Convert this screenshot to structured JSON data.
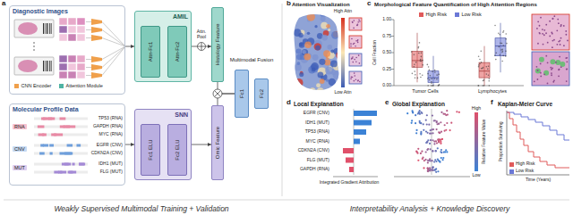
{
  "diagram": {
    "nodes": [
      {
        "text": [
          "Diagnostic Images"
        ]
      },
      {
        "text": [
          "AMIL"
        ]
      },
      {
        "text": [
          "Attn-Fc1"
        ],
        "in": 1
      },
      {
        "text": [
          "Attn-Fc2"
        ],
        "in": 1
      },
      {
        "text": [
          "Histology Feature"
        ]
      },
      {
        "text": [
          "Molecular Profile Data"
        ]
      },
      {
        "text": [
          "SNN"
        ]
      },
      {
        "text": [
          "Fc1 ELU"
        ],
        "in": 6
      },
      {
        "text": [
          "Fc2 ELU"
        ],
        "in": 6
      },
      {
        "text": [
          "Omic Feature"
        ]
      },
      {
        "text": [
          "Fc1"
        ]
      },
      {
        "text": [
          "Fc2"
        ]
      }
    ],
    "edges": [
      {
        "from": 0,
        "to": 1,
        "arrow": "to"
      },
      {
        "from": 2,
        "to": 3,
        "arrow": "to"
      },
      {
        "from": 1,
        "to": 4,
        "arrow": "to"
      },
      {
        "from": 5,
        "to": 6,
        "arrow": "to"
      },
      {
        "from": 7,
        "to": 8,
        "arrow": "to"
      },
      {
        "from": 6,
        "to": 9,
        "arrow": "to"
      },
      {
        "from": 4,
        "to": 10,
        "arrow": "none"
      },
      {
        "from": 9,
        "to": 10,
        "arrow": "none"
      }
    ],
    "labels": [
      "a",
      "Attn. Pool",
      "RNA",
      "CNV",
      "MUT",
      "TP53 (RNA)",
      "GAPDH (RNA)",
      "MYC (RNA)",
      "EGFR (CNV)",
      "CDKN2A (CNV)",
      "IDH1 (MUT)",
      "FLG (MUT)",
      "Multimodal Fusion",
      "Weakly Supervised Multimodal Training + Validation",
      "b",
      "Attention Visualization",
      "High Attn",
      "Low Attn",
      "c",
      "Morphological Feature Quantification of High Attention Regions",
      "Cell Fraction",
      "0.00",
      "0.25",
      "0.50",
      "0.75",
      "1.00",
      "Tumor Cells",
      "Lymphocytes",
      "d",
      "Local Explanation",
      "EGFR (CNV)",
      "IDH1 (MUT)",
      "TP53 (RNA)",
      "MYC (RNA)",
      "CDKN2A (CNV)",
      "FLG (MUT)",
      "GAPDH (RNA)",
      "Integrated Gradient Attribution",
      "e",
      "Global Explanation",
      "High",
      "Low",
      "Relative Feature Value",
      "f",
      "Kaplan-Meier Curve",
      "Proportion Surviving",
      "Time (Years)",
      "Interpretability Analysis + Knowledge Discovery"
    ],
    "legend": [
      {
        "text": "CNN Encoder",
        "color": "#f0a04b"
      },
      {
        "text": "Attention Module",
        "color": "#4fb3a3"
      },
      {
        "text": "High Risk",
        "color": "#e05a5a"
      },
      {
        "text": "Low Risk",
        "color": "#6b78d6"
      },
      {
        "text": "High Risk",
        "color": "#e05a5a"
      },
      {
        "text": "Low Risk",
        "color": "#6b78d6"
      }
    ]
  }
}
